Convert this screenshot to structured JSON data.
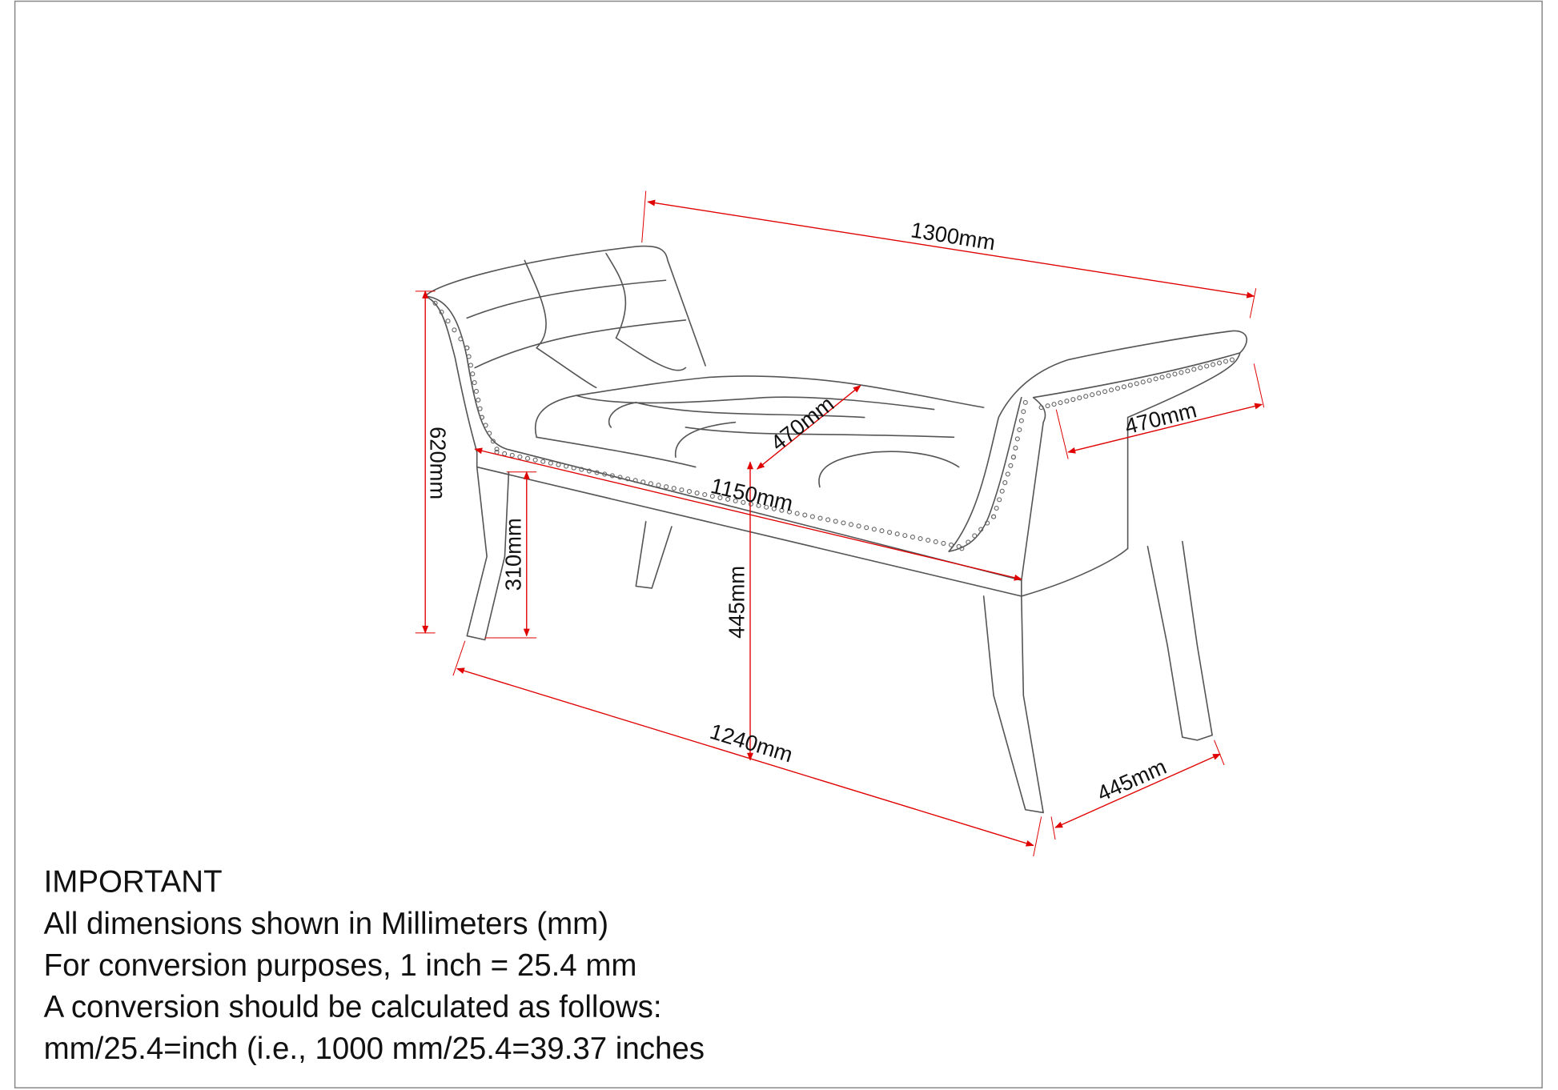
{
  "dimensions": {
    "overall_width": "1300mm",
    "arm_depth": "470mm",
    "seat_depth": "470mm",
    "seat_width": "1150mm",
    "overall_height": "620mm",
    "leg_height": "310mm",
    "seat_height": "445mm",
    "leg_span_width": "1240mm",
    "leg_span_depth": "445mm"
  },
  "notes": {
    "heading": "IMPORTANT",
    "lines": [
      "All dimensions shown in Millimeters (mm)",
      "For conversion purposes, 1 inch = 25.4 mm",
      "A conversion should be calculated as follows:",
      "mm/25.4=inch (i.e., 1000 mm/25.4=39.37 inches"
    ]
  },
  "colors": {
    "dimension": "#e00000",
    "outline": "#555555"
  }
}
